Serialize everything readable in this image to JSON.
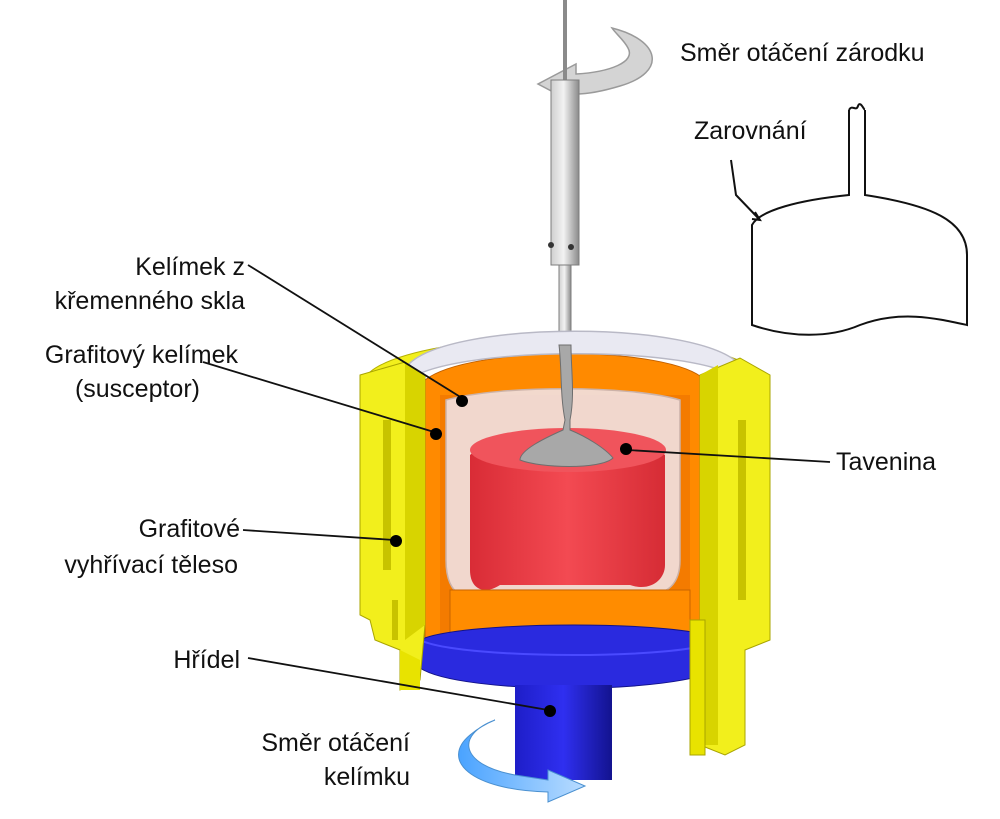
{
  "labels": {
    "seed_rotation": "Směr otáčení zárodku",
    "alignment": "Zarovnání",
    "quartz_crucible_1": "Kelímek z",
    "quartz_crucible_2": "křemenného skla",
    "graphite_crucible_1": "Grafitový kelímek",
    "graphite_crucible_2": "(susceptor)",
    "melt": "Tavenina",
    "heater_1": "Grafitové",
    "heater_2": "vyhřívací těleso",
    "shaft": "Hřídel",
    "crucible_rotation_1": "Směr otáčení",
    "crucible_rotation_2": "kelímku"
  },
  "colors": {
    "heater": "#f2ef1c",
    "heater_dark": "#c9c400",
    "susceptor": "#ff8a00",
    "susceptor_dark": "#e06d00",
    "melt": "#ef3b45",
    "quartz": "#e6e6ee",
    "shaft": "#2a2adf",
    "shaft_dark": "#1414a8",
    "seed": "#9a9a9a",
    "crucible_arrow": "#7fbfff",
    "seed_arrow": "#d8d8d8"
  }
}
